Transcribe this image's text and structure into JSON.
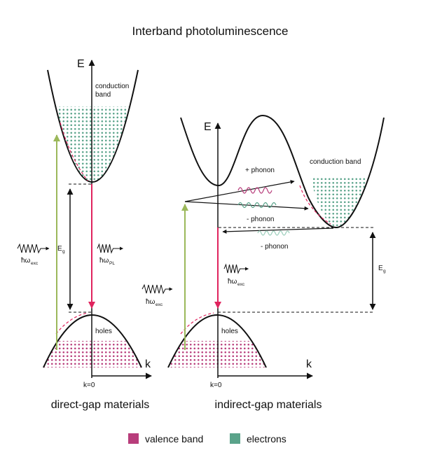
{
  "title": "Interband photoluminescence",
  "colors": {
    "valence": "#b83d7b",
    "electrons": "#5aa38a",
    "excitation_arrow": "#9bb85a",
    "emission_arrow": "#e0245e",
    "phonon_plus": "#b83d7b",
    "phonon_minus": "#5aa38a",
    "phonon_minus_light": "#9ccfbc"
  },
  "direct": {
    "axis_e": "E",
    "axis_k": "k",
    "conduction_band": [
      "conduction",
      "band"
    ],
    "holes": "holes",
    "gap": "E",
    "gap_sub": "g",
    "excitation": "ħω",
    "excitation_sub": "exc",
    "emission": "ħω",
    "emission_sub": "PL",
    "k0": "k=0",
    "caption": "direct-gap materials"
  },
  "indirect": {
    "axis_e": "E",
    "axis_k": "k",
    "conduction_band": "conduction band",
    "holes": "holes",
    "plus_phonon": "+ phonon",
    "minus_phonon_1": "- phonon",
    "minus_phonon_2": "- phonon",
    "gap": "E",
    "gap_sub": "g",
    "excitation": "ħω",
    "excitation_sub": "exc",
    "phonon_exc": "ħω",
    "phonon_exc_sub": "exc",
    "k0": "k=0",
    "caption": "indirect-gap materials"
  },
  "legend": [
    {
      "label": "valence band",
      "color": "#b83d7b"
    },
    {
      "label": "electrons",
      "color": "#5aa38a"
    }
  ]
}
